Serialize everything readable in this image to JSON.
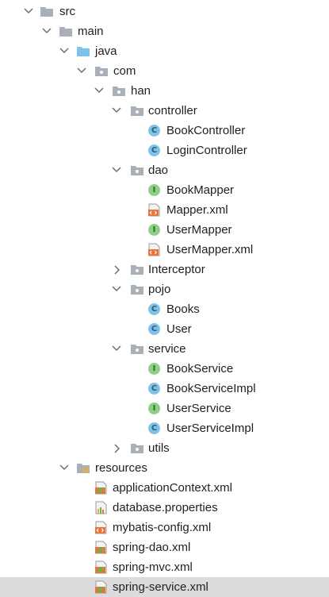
{
  "tree": {
    "src": "src",
    "main": "main",
    "java": "java",
    "com": "com",
    "han": "han",
    "controller": "controller",
    "book_controller": "BookController",
    "login_controller": "LoginController",
    "dao": "dao",
    "book_mapper": "BookMapper",
    "mapper_xml": "Mapper.xml",
    "user_mapper": "UserMapper",
    "user_mapper_xml": "UserMapper.xml",
    "interceptor": "Interceptor",
    "pojo": "pojo",
    "books": "Books",
    "user": "User",
    "service": "service",
    "book_service": "BookService",
    "book_service_impl": "BookServiceImpl",
    "user_service": "UserService",
    "user_service_impl": "UserServiceImpl",
    "utils": "utils",
    "resources": "resources",
    "application_context": "applicationContext.xml",
    "database_properties": "database.properties",
    "mybatis_config": "mybatis-config.xml",
    "spring_dao": "spring-dao.xml",
    "spring_mvc": "spring-mvc.xml",
    "spring_service": "spring-service.xml"
  },
  "icon_glyphs": {
    "class": "C",
    "interface": "I"
  },
  "colors": {
    "class_badge": "#7ec3e6",
    "interface_badge": "#8fce86",
    "folder": "#a9b0b8",
    "source_folder": "#7cc3ef",
    "xml_orange": "#e8753b",
    "spring_green": "#6bb547",
    "selected_row": "#dcdcdc"
  }
}
